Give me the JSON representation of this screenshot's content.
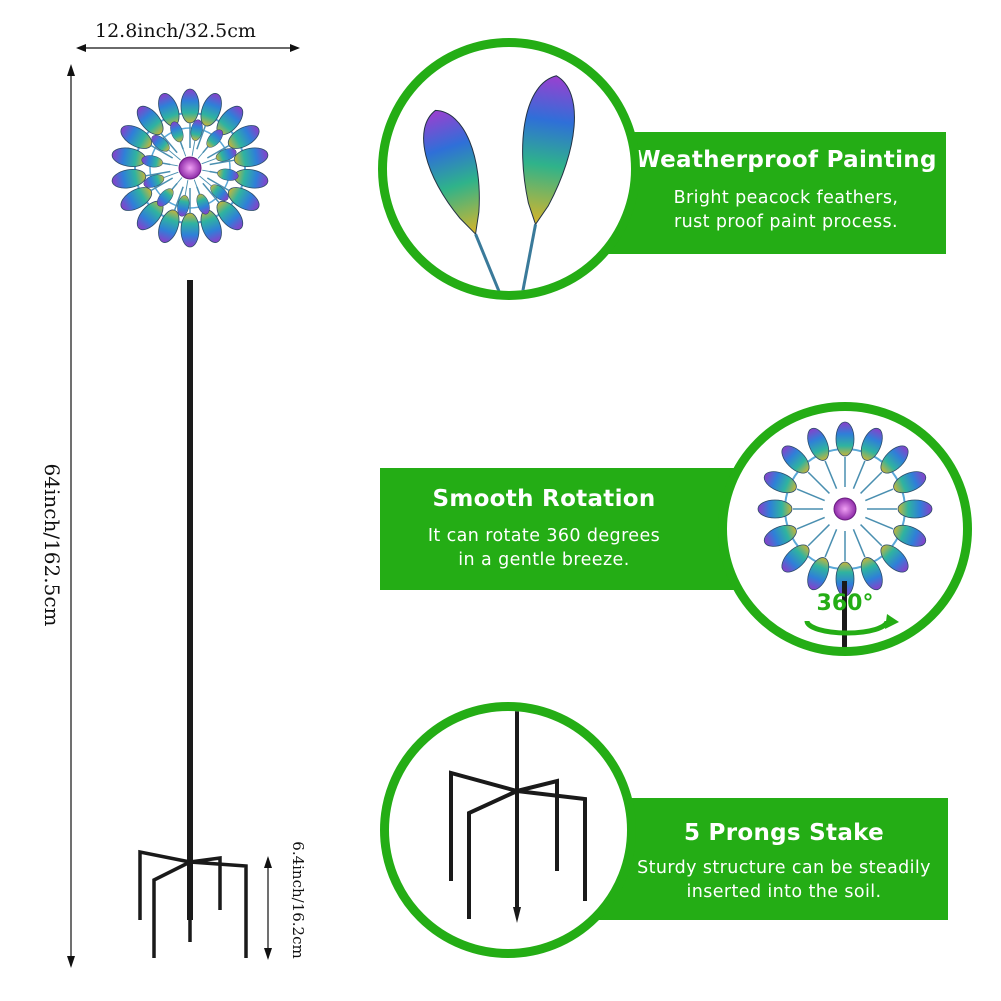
{
  "dimensions": {
    "width_label": "12.8inch/32.5cm",
    "height_label": "64inch/162.5cm",
    "stake_label": "6.4inch/16.2cm"
  },
  "features": [
    {
      "title": "Weatherproof Painting",
      "line1": "Bright peacock feathers,",
      "line2": "rust proof paint process."
    },
    {
      "title": "Smooth Rotation",
      "line1": "It can rotate 360 degrees",
      "line2": "in a gentle breeze."
    },
    {
      "title": "5 Prongs Stake",
      "line1": "Sturdy structure can be steadily",
      "line2": "inserted into the soil."
    }
  ],
  "rotation_badge": "360°",
  "colors": {
    "accent_green": "#24ad15",
    "hub_purple": "#b43cc4",
    "pole": "#1a1a1a"
  },
  "icons": [
    "windmill-icon",
    "feather-icon",
    "rotation-arrow-icon",
    "stake-prongs-icon"
  ]
}
